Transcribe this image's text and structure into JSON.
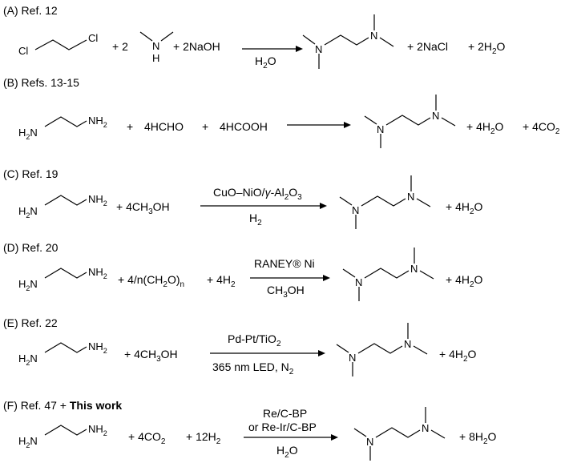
{
  "reactions": [
    {
      "label": "(A) Ref. 12",
      "reactant_text": [
        "+ 2",
        "+ 2NaOH"
      ],
      "reactant_atoms": [
        "Cl",
        "Cl",
        "N",
        "H"
      ],
      "above": [],
      "below": [
        {
          "base": "H",
          "sub": "2",
          "rest": "O"
        }
      ],
      "products": [
        {
          "text": "+ 2NaCl"
        },
        {
          "pre": "+ 2H",
          "sub": "2",
          "post": "O"
        }
      ],
      "product_atoms": [
        "N",
        "N"
      ]
    },
    {
      "label": "(B) Refs. 13-15",
      "reactant_atoms": [
        "H",
        "2",
        "N",
        "NH",
        "2"
      ],
      "reactant_text": [
        "+",
        "4HCHO",
        "+",
        "4HCOOH"
      ],
      "products": [
        {
          "pre": "+ 4H",
          "sub": "2",
          "post": "O"
        },
        {
          "pre": "+ 4CO",
          "sub": "2",
          "post": ""
        }
      ],
      "product_atoms": [
        "N",
        "N"
      ]
    },
    {
      "label": "(C) Ref. 19",
      "reactant_atoms": [
        "H",
        "2",
        "N",
        "NH",
        "2"
      ],
      "reactant_text": [
        {
          "pre": "+ 4CH",
          "sub": "3",
          "post": "OH"
        }
      ],
      "above": [
        {
          "parts": [
            "CuO–NiO/",
            "γ",
            "-Al",
            "2",
            "O",
            "3"
          ]
        }
      ],
      "below": [
        {
          "base": "H",
          "sub": "2"
        }
      ],
      "products": [
        {
          "pre": "+ 4H",
          "sub": "2",
          "post": "O"
        }
      ],
      "product_atoms": [
        "N",
        "N"
      ]
    },
    {
      "label": "(D) Ref. 20",
      "reactant_atoms": [
        "H",
        "2",
        "N",
        "NH",
        "2"
      ],
      "reactant_text": [
        {
          "pre": "+ 4/n(CH",
          "sub": "2",
          "mid": "O)",
          "sub2": "n"
        },
        {
          "pre": "+ 4H",
          "sub": "2"
        }
      ],
      "above": [
        "RANEY® Ni"
      ],
      "below": [
        {
          "pre": "CH",
          "sub": "3",
          "post": "OH"
        }
      ],
      "products": [
        {
          "pre": "+ 4H",
          "sub": "2",
          "post": "O"
        }
      ],
      "product_atoms": [
        "N",
        "N"
      ]
    },
    {
      "label": "(E) Ref. 22",
      "reactant_atoms": [
        "H",
        "2",
        "N",
        "NH",
        "2"
      ],
      "reactant_text": [
        {
          "pre": "+ 4CH",
          "sub": "3",
          "post": "OH"
        }
      ],
      "above": [
        {
          "pre": "Pd-Pt/TiO",
          "sub": "2"
        }
      ],
      "below": [
        {
          "pre": "365 nm LED, N",
          "sub": "2"
        }
      ],
      "products": [
        {
          "pre": "+ 4H",
          "sub": "2",
          "post": "O"
        }
      ],
      "product_atoms": [
        "N",
        "N"
      ]
    },
    {
      "label": "(F) Ref. 47 + ",
      "label_bold": "This work",
      "reactant_atoms": [
        "H",
        "2",
        "N",
        "NH",
        "2"
      ],
      "reactant_text": [
        {
          "pre": "+ 4CO",
          "sub": "2"
        },
        {
          "pre": "+ 12H",
          "sub": "2"
        }
      ],
      "above": [
        "Re/C-BP",
        "or Re-Ir/C-BP"
      ],
      "below": [
        {
          "pre": "H",
          "sub": "2",
          "post": "O"
        }
      ],
      "products": [
        {
          "pre": "+ 8H",
          "sub": "2",
          "post": "O"
        }
      ],
      "product_atoms": [
        "N",
        "N"
      ]
    }
  ]
}
